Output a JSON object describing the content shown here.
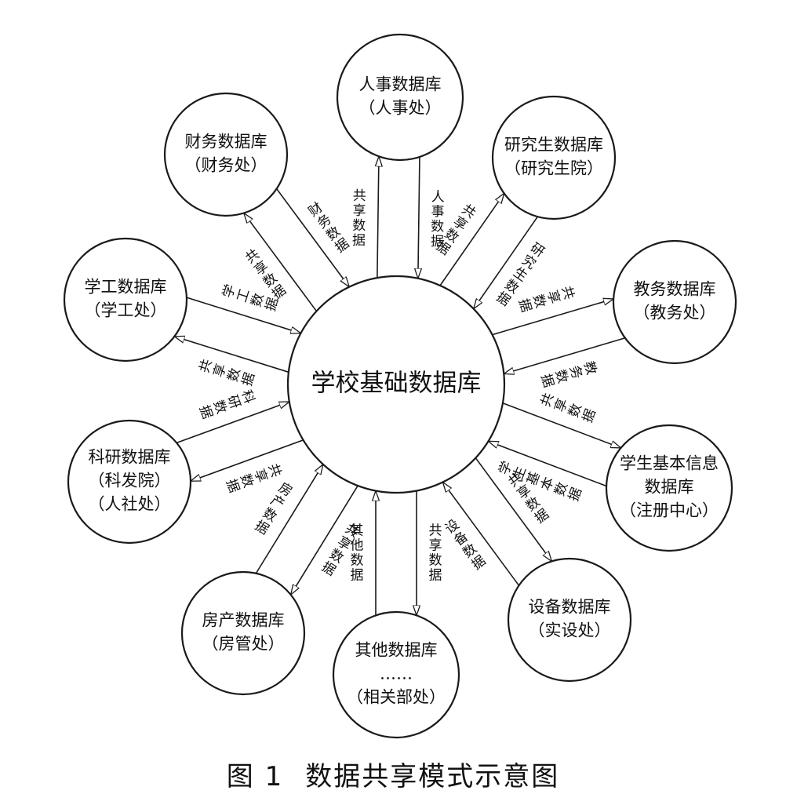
{
  "hub": {
    "label": "学校基础数据库"
  },
  "nodes": [
    {
      "id": "renshi",
      "lines": [
        "人事数据库",
        "（人事处）"
      ],
      "edges": [
        {
          "dir": "out",
          "label": "共享数据"
        },
        {
          "dir": "in",
          "label": "人事数据"
        }
      ]
    },
    {
      "id": "yanjiusheng",
      "lines": [
        "研究生数据库",
        "（研究生院）"
      ],
      "edges": [
        {
          "dir": "out",
          "label": "共享数据"
        },
        {
          "dir": "in",
          "label": "研究生数据"
        }
      ]
    },
    {
      "id": "jiaowu",
      "lines": [
        "教务数据库",
        "（教务处）"
      ],
      "edges": [
        {
          "dir": "out",
          "label": "共享数据"
        },
        {
          "dir": "in",
          "label": "教务数据"
        }
      ]
    },
    {
      "id": "xuesheng",
      "lines": [
        "学生基本信息",
        "数据库",
        "（注册中心）"
      ],
      "edges": [
        {
          "dir": "out",
          "label": "共享数据"
        },
        {
          "dir": "in",
          "label": "学生基本数据"
        }
      ]
    },
    {
      "id": "shebei",
      "lines": [
        "设备数据库",
        "（实设处）"
      ],
      "edges": [
        {
          "dir": "out",
          "label": "共享数据"
        },
        {
          "dir": "in",
          "label": "设备数据"
        }
      ]
    },
    {
      "id": "qita",
      "lines": [
        "其他数据库",
        "……",
        "（相关部处）"
      ],
      "edges": [
        {
          "dir": "out",
          "label": "共享数据"
        },
        {
          "dir": "in",
          "label": "其他数据"
        }
      ]
    },
    {
      "id": "fangchan",
      "lines": [
        "房产数据库",
        "（房管处）"
      ],
      "edges": [
        {
          "dir": "out",
          "label": "共享数据"
        },
        {
          "dir": "in",
          "label": "房产数据"
        }
      ]
    },
    {
      "id": "keyan",
      "lines": [
        "科研数据库",
        "（科发院）",
        "（人社处）"
      ],
      "edges": [
        {
          "dir": "out",
          "label": "共享数据"
        },
        {
          "dir": "in",
          "label": "科研数据"
        }
      ]
    },
    {
      "id": "xuegong",
      "lines": [
        "学工数据库",
        "（学工处）"
      ],
      "edges": [
        {
          "dir": "out",
          "label": "共享数据"
        },
        {
          "dir": "in",
          "label": "学工数据"
        }
      ]
    },
    {
      "id": "caiwu",
      "lines": [
        "财务数据库",
        "（财务处）"
      ],
      "edges": [
        {
          "dir": "out",
          "label": "共享数据"
        },
        {
          "dir": "in",
          "label": "财务数据"
        }
      ]
    }
  ],
  "caption": {
    "number": "图 1",
    "title": "数据共享模式示意图"
  }
}
